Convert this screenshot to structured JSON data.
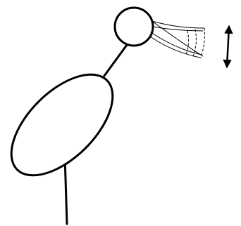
{
  "diagram": {
    "style": "black line drawing on white background",
    "stroke_color": "#000000",
    "background_color": "#ffffff",
    "parts": [
      "body-ellipse",
      "leg-line",
      "neck-line",
      "head-circle",
      "beak-lines",
      "dashed-motion-lines",
      "double-headed-vertical-arrow"
    ]
  }
}
